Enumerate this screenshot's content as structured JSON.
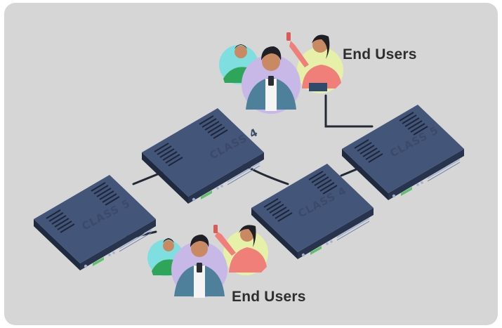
{
  "devices": {
    "class4_left": "CLASS 4",
    "class4_right": "CLASS 4",
    "class5_left": "CLASS 5",
    "class5_right": "CLASS 5"
  },
  "labels": {
    "top_users": "End Users",
    "bottom_users": "End Users"
  }
}
